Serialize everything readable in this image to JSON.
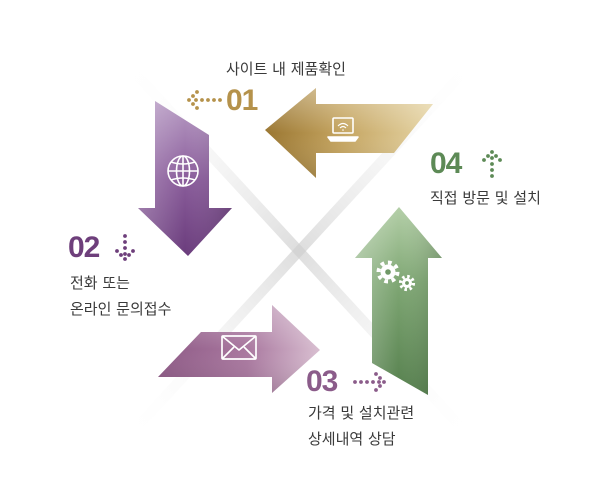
{
  "steps": [
    {
      "number": "01",
      "lines": [
        "사이트 내 제품확인"
      ],
      "color": "#b5924b",
      "icon": "laptop-icon",
      "direction": "left"
    },
    {
      "number": "02",
      "lines": [
        "전화 또는",
        "온라인 문의접수"
      ],
      "color": "#6e3f7b",
      "icon": "globe-icon",
      "direction": "down"
    },
    {
      "number": "03",
      "lines": [
        "가격 및 설치관련",
        "상세내역 상담"
      ],
      "color": "#8b5c8a",
      "icon": "envelope-icon",
      "direction": "right"
    },
    {
      "number": "04",
      "lines": [
        "직접 방문 및 설치"
      ],
      "color": "#5d8a56",
      "icon": "gears-icon",
      "direction": "up"
    }
  ]
}
